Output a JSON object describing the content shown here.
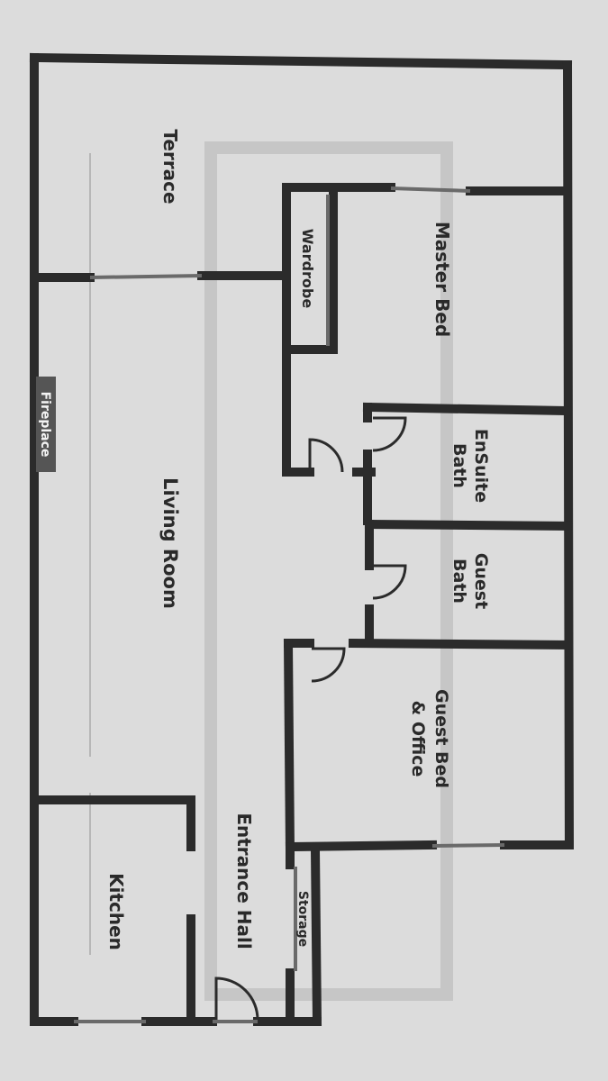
{
  "rooms": {
    "terrace": "Terrace",
    "master_bed": "Master Bed",
    "wardrobe": "Wardrobe",
    "ensuite_bath": [
      "EnSuite",
      "Bath"
    ],
    "guest_bath": [
      "Guest",
      "Bath"
    ],
    "guest_bed_office": [
      "Guest Bed",
      "& Office"
    ],
    "living_room": "Living Room",
    "fireplace": "Fireplace",
    "entrance_hall": "Entrance Hall",
    "storage": "Storage",
    "kitchen": "Kitchen"
  },
  "colors": {
    "paper": "#dcdcdc",
    "wall": "#2b2b2b",
    "watermark": "#c8c8c8",
    "fireplace_tag_bg": "#555555",
    "fireplace_tag_text": "#f2f2f2"
  }
}
